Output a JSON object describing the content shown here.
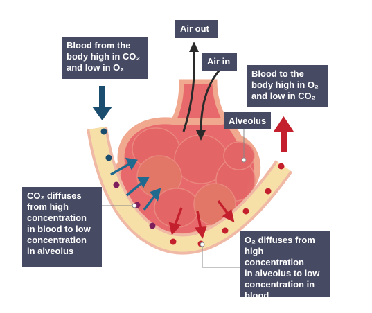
{
  "labels": {
    "air_out": "Air out",
    "air_in": "Air in",
    "blood_in": [
      "Blood from the",
      "body high in CO₂",
      "and low in O₂"
    ],
    "blood_out": [
      "Blood to the",
      "body high in O₂",
      "and low in CO₂"
    ],
    "alveolus": "Alveolus",
    "co2_diffuses": [
      "CO₂ diffuses",
      "from high",
      "concentration",
      "in blood to low",
      "concentration",
      "in alveolus"
    ],
    "o2_diffuses": [
      "O₂ diffuses from",
      "high concentration",
      "in alveolus to low",
      "concentration in",
      "blood"
    ]
  },
  "colors": {
    "label_bg": "#464a63",
    "capillary_fill": "#f7e0a8",
    "capillary_outline": "#f0b9a6",
    "alveolus_fill": "#e8696b",
    "alveolus_outline": "#f0a88f",
    "deoxygenated_arrow": "#1b4e6e",
    "oxygenated_arrow": "#c41f2c",
    "co2_dot": "#7e1f5d",
    "o2_dot": "#c41f2c",
    "diffusion_co2_arrow": "#216a8f",
    "diffusion_o2_arrow": "#c41f2c",
    "air_arrow": "#2a2a2a"
  }
}
